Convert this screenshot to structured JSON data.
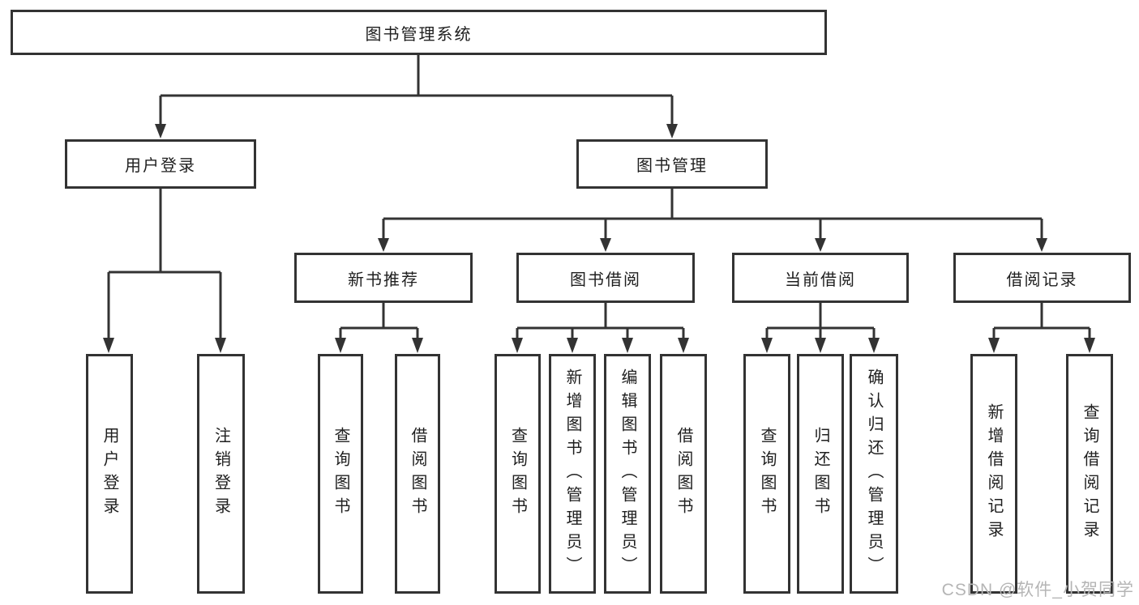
{
  "diagram": {
    "tree": {
      "label": "图书管理系统",
      "children": [
        {
          "label": "用户登录",
          "children": [
            {
              "label": "用户登录"
            },
            {
              "label": "注销登录"
            }
          ]
        },
        {
          "label": "图书管理",
          "children": [
            {
              "label": "新书推荐",
              "children": [
                {
                  "label": "查询图书"
                },
                {
                  "label": "借阅图书"
                }
              ]
            },
            {
              "label": "图书借阅",
              "children": [
                {
                  "label": "查询图书"
                },
                {
                  "label": "新增图书（管理员）"
                },
                {
                  "label": "编辑图书（管理员）"
                },
                {
                  "label": "借阅图书"
                }
              ]
            },
            {
              "label": "当前借阅",
              "children": [
                {
                  "label": "查询图书"
                },
                {
                  "label": "归还图书"
                },
                {
                  "label": "确认归还（管理员）"
                }
              ]
            },
            {
              "label": "借阅记录",
              "children": [
                {
                  "label": "新增借阅记录"
                },
                {
                  "label": "查询借阅记录"
                }
              ]
            }
          ]
        }
      ]
    }
  },
  "watermark": {
    "text": "CSDN @软件_小贺同学"
  },
  "colors": {
    "line": "#333333",
    "text": "#1f1f1f",
    "box_fill": "#ffffff",
    "watermark": "#b5b5b5"
  }
}
